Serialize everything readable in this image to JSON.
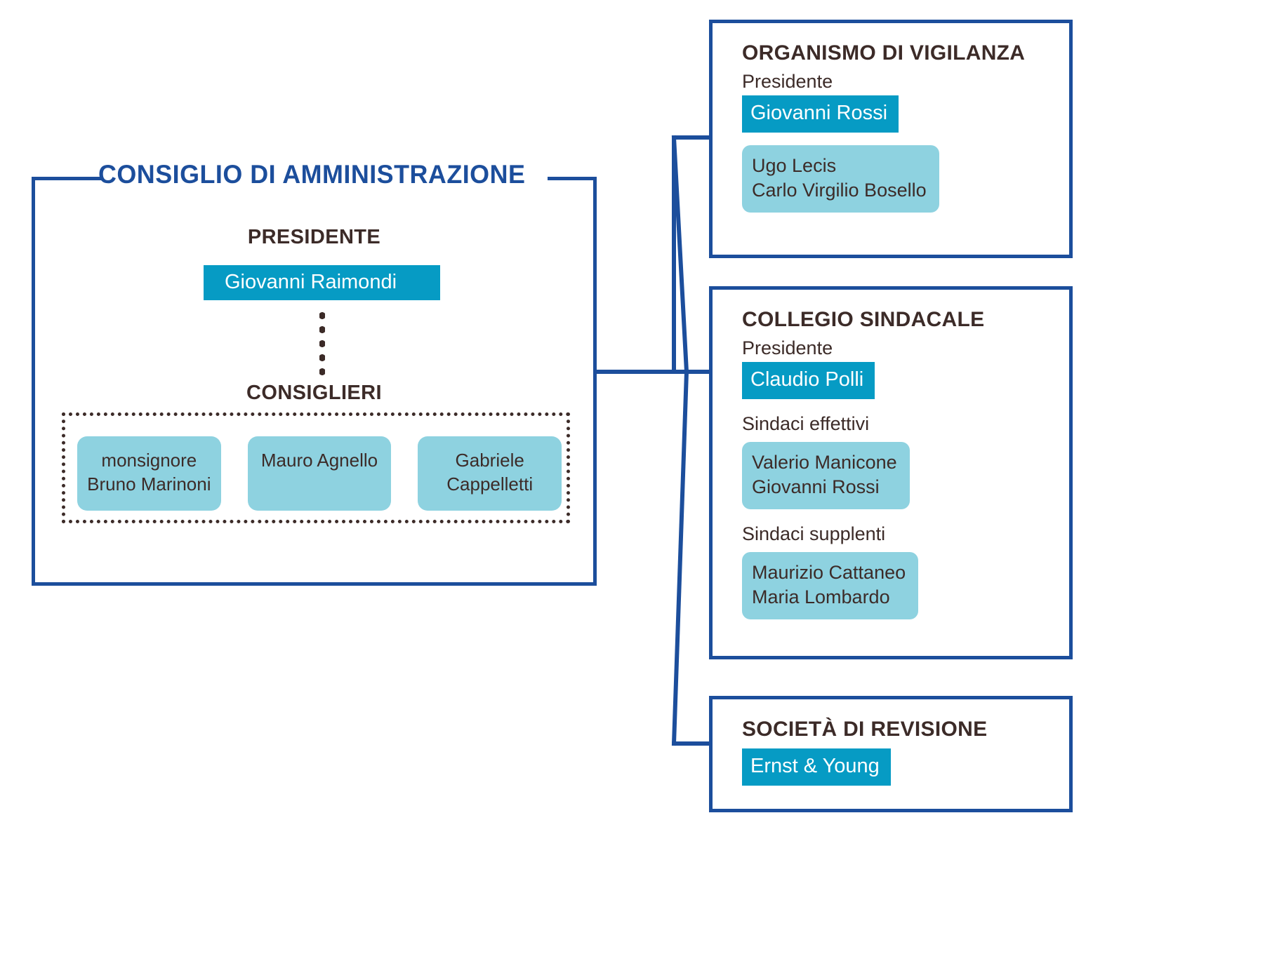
{
  "colors": {
    "navy": "#1c4e9c",
    "teal": "#069bc4",
    "light_teal": "#8ed2e0",
    "text_dark": "#3c2b28",
    "white": "#ffffff"
  },
  "board": {
    "title": "CONSIGLIO DI AMMINISTRAZIONE",
    "president_label": "PRESIDENTE",
    "president_name": "Giovanni Raimondi",
    "councillors_label": "CONSIGLIERI",
    "councillors": [
      "monsignore\nBruno Marinoni",
      "Mauro\nAgnello",
      "Gabriele\nCappelletti"
    ]
  },
  "supervisory_body": {
    "title": "ORGANISMO DI VIGILANZA",
    "president_label": "Presidente",
    "president_name": "Giovanni Rossi",
    "members": "Ugo Lecis\nCarlo Virgilio Bosello"
  },
  "board_of_auditors": {
    "title": "COLLEGIO SINDACALE",
    "president_label": "Presidente",
    "president_name": "Claudio Polli",
    "effective_label": "Sindaci effettivi",
    "effective_members": "Valerio Manicone\nGiovanni Rossi",
    "alternate_label": "Sindaci supplenti",
    "alternate_members": "Maurizio Cattaneo\nMaria Lombardo"
  },
  "audit_firm": {
    "title": "SOCIETÀ DI REVISIONE",
    "firm_name": "Ernst & Young"
  }
}
